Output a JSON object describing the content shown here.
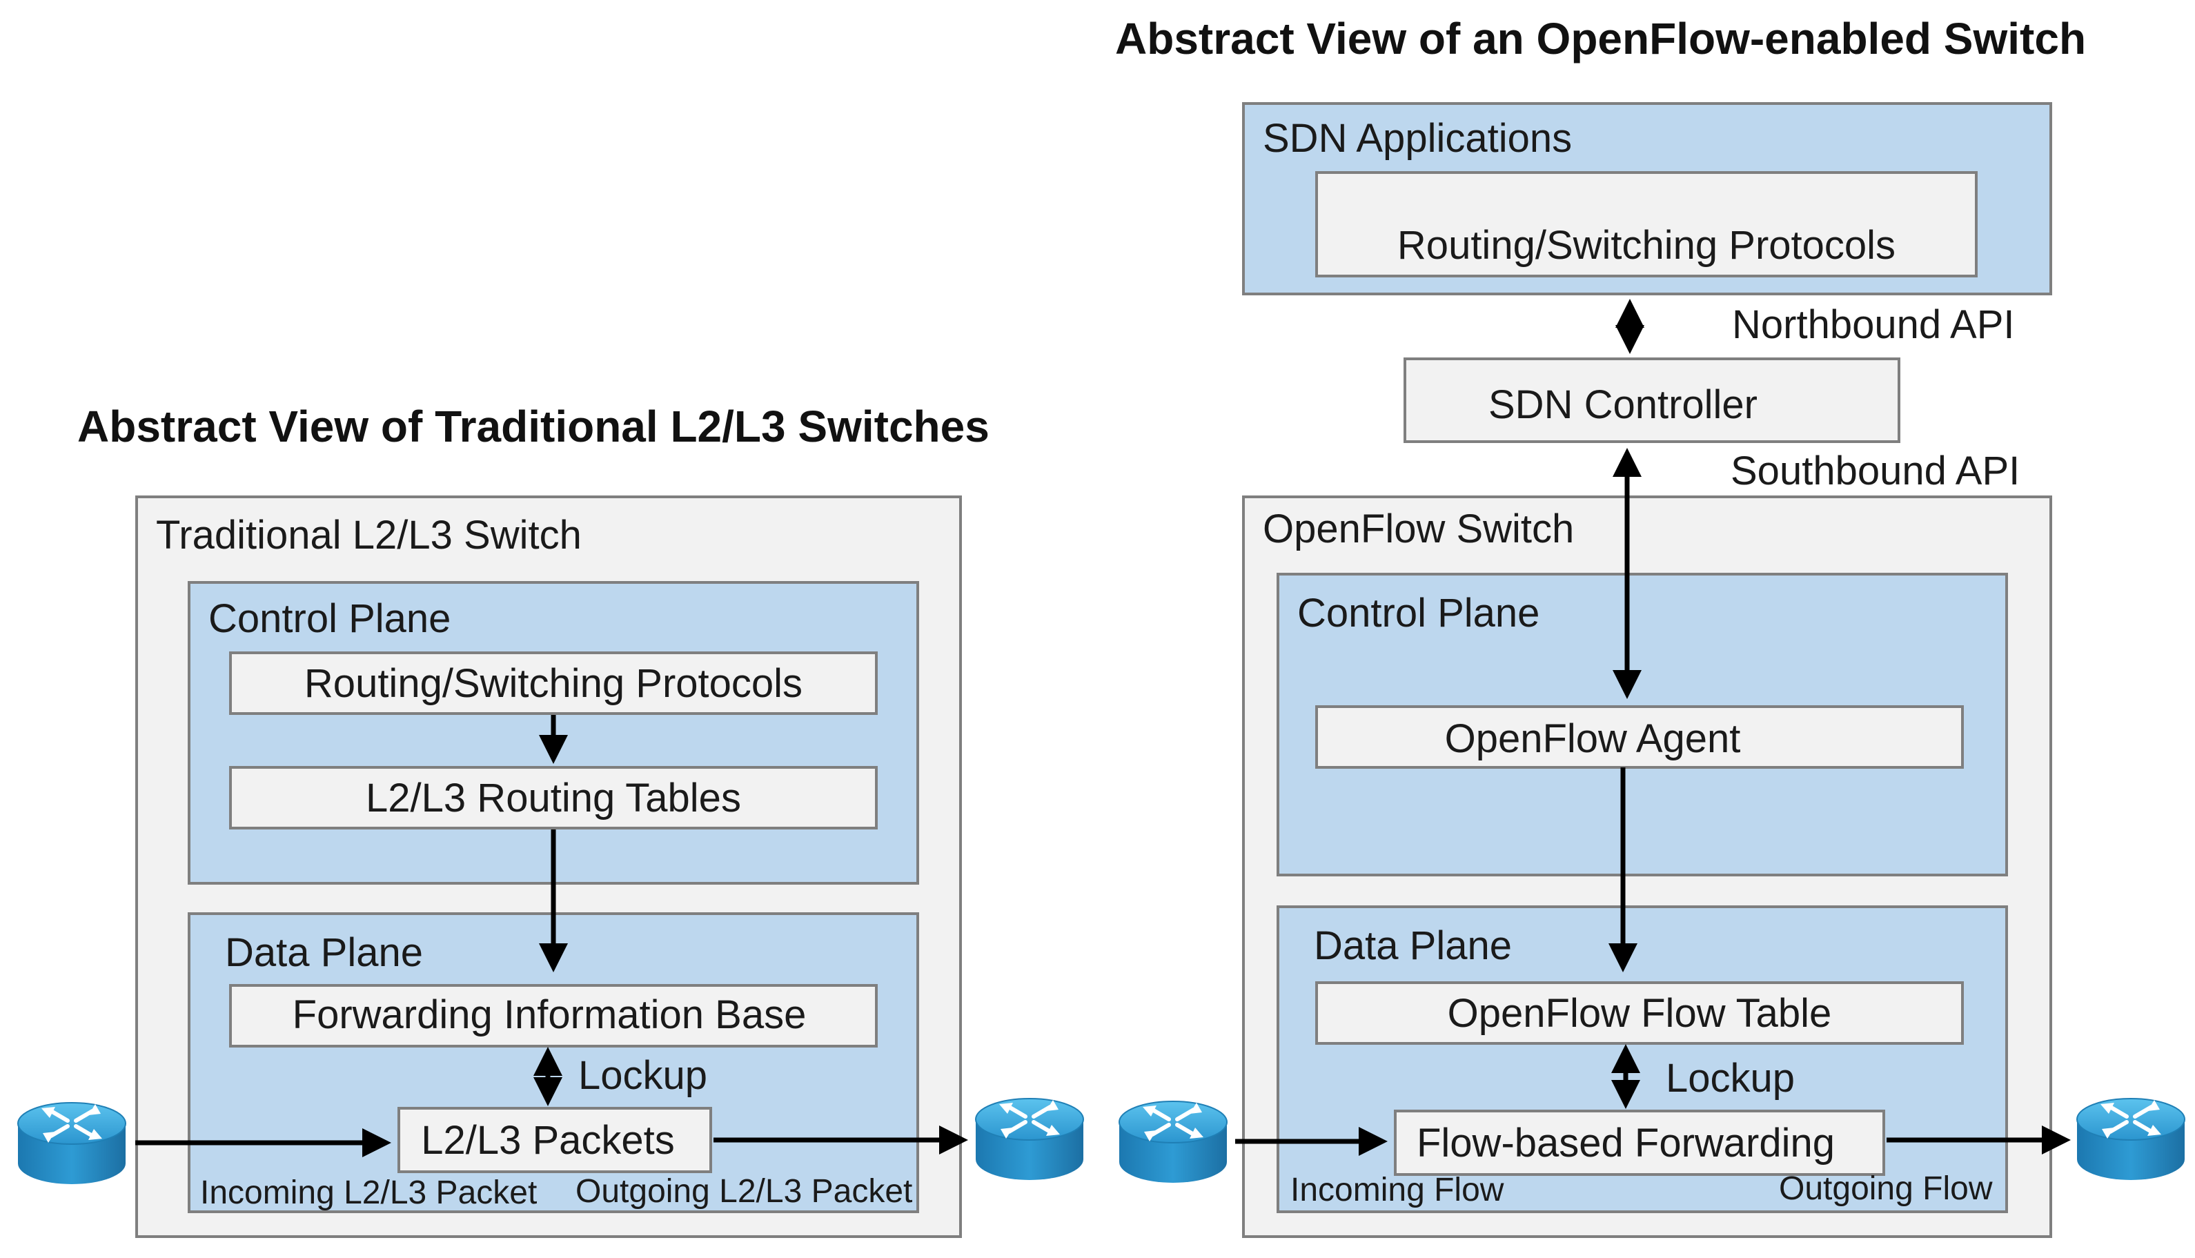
{
  "titles": {
    "traditional": "Abstract View of Traditional L2/L3 Switches",
    "openflow": "Abstract View of an OpenFlow-enabled Switch"
  },
  "traditional": {
    "switch_label": "Traditional L2/L3 Switch",
    "control_plane": "Control Plane",
    "routing_protocols": "Routing/Switching Protocols",
    "routing_tables": "L2/L3 Routing Tables",
    "data_plane": "Data Plane",
    "fib": "Forwarding Information Base",
    "lockup": "Lockup",
    "packets": "L2/L3 Packets",
    "incoming": "Incoming L2/L3 Packet",
    "outgoing": "Outgoing L2/L3 Packet"
  },
  "openflow": {
    "sdn_applications": "SDN Applications",
    "routing_protocols": "Routing/Switching Protocols",
    "northbound": "Northbound API",
    "controller": "SDN Controller",
    "southbound": "Southbound API",
    "switch_label": "OpenFlow Switch",
    "control_plane": "Control Plane",
    "agent": "OpenFlow Agent",
    "data_plane": "Data Plane",
    "flow_table": "OpenFlow Flow Table",
    "lockup": "Lockup",
    "forwarding": "Flow-based Forwarding",
    "incoming": "Incoming Flow",
    "outgoing": "Outgoing Flow"
  },
  "colors": {
    "outer_box": "#f2f2f2",
    "plane_fill": "#bdd7ee",
    "inner_box": "#f2f2f2",
    "border": "#7f7f7f",
    "router": "#2e9bd4"
  },
  "icons": {
    "router": "router-icon"
  }
}
